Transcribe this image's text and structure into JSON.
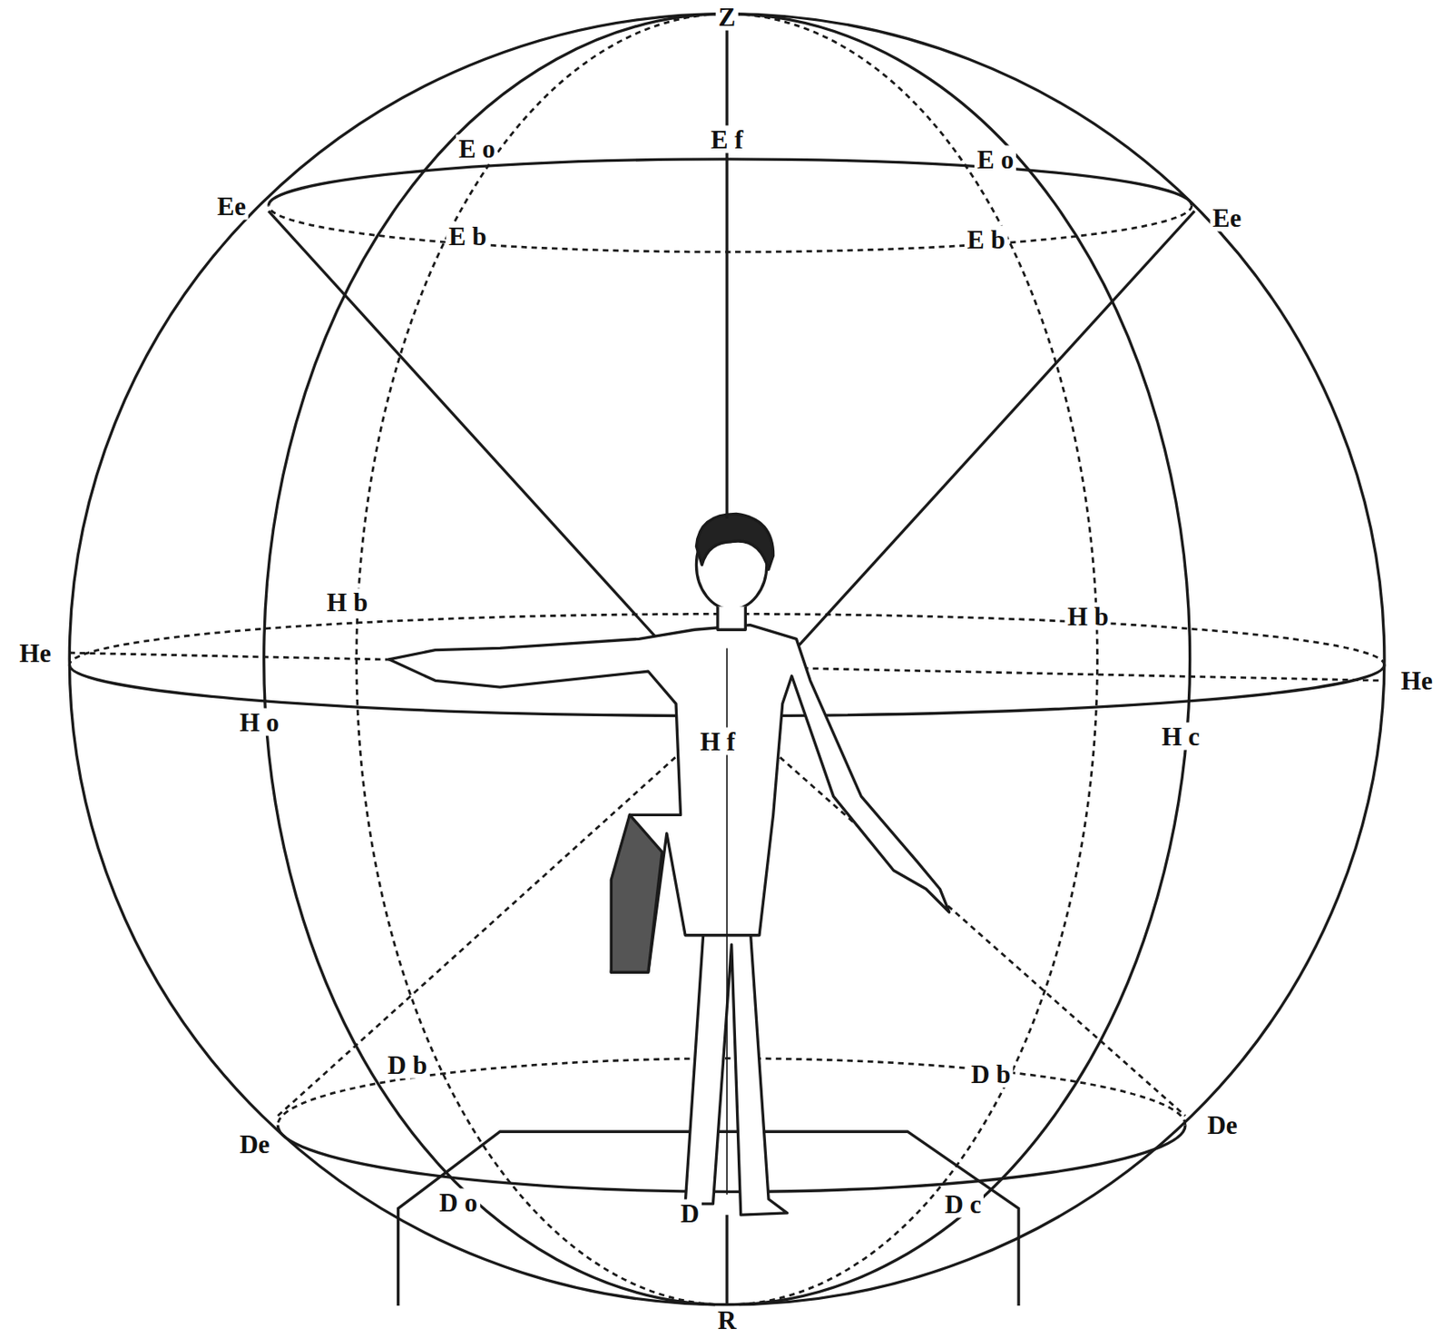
{
  "diagram": {
    "labels": [
      "Z",
      "E o",
      "E f",
      "E o",
      "Ee",
      "E b",
      "E b",
      "Ee",
      "H b",
      "H b",
      "He",
      "He",
      "H o",
      "H f",
      "H c",
      "D b",
      "D b",
      "De",
      "De",
      "D o",
      "D",
      "D c",
      "R"
    ]
  }
}
